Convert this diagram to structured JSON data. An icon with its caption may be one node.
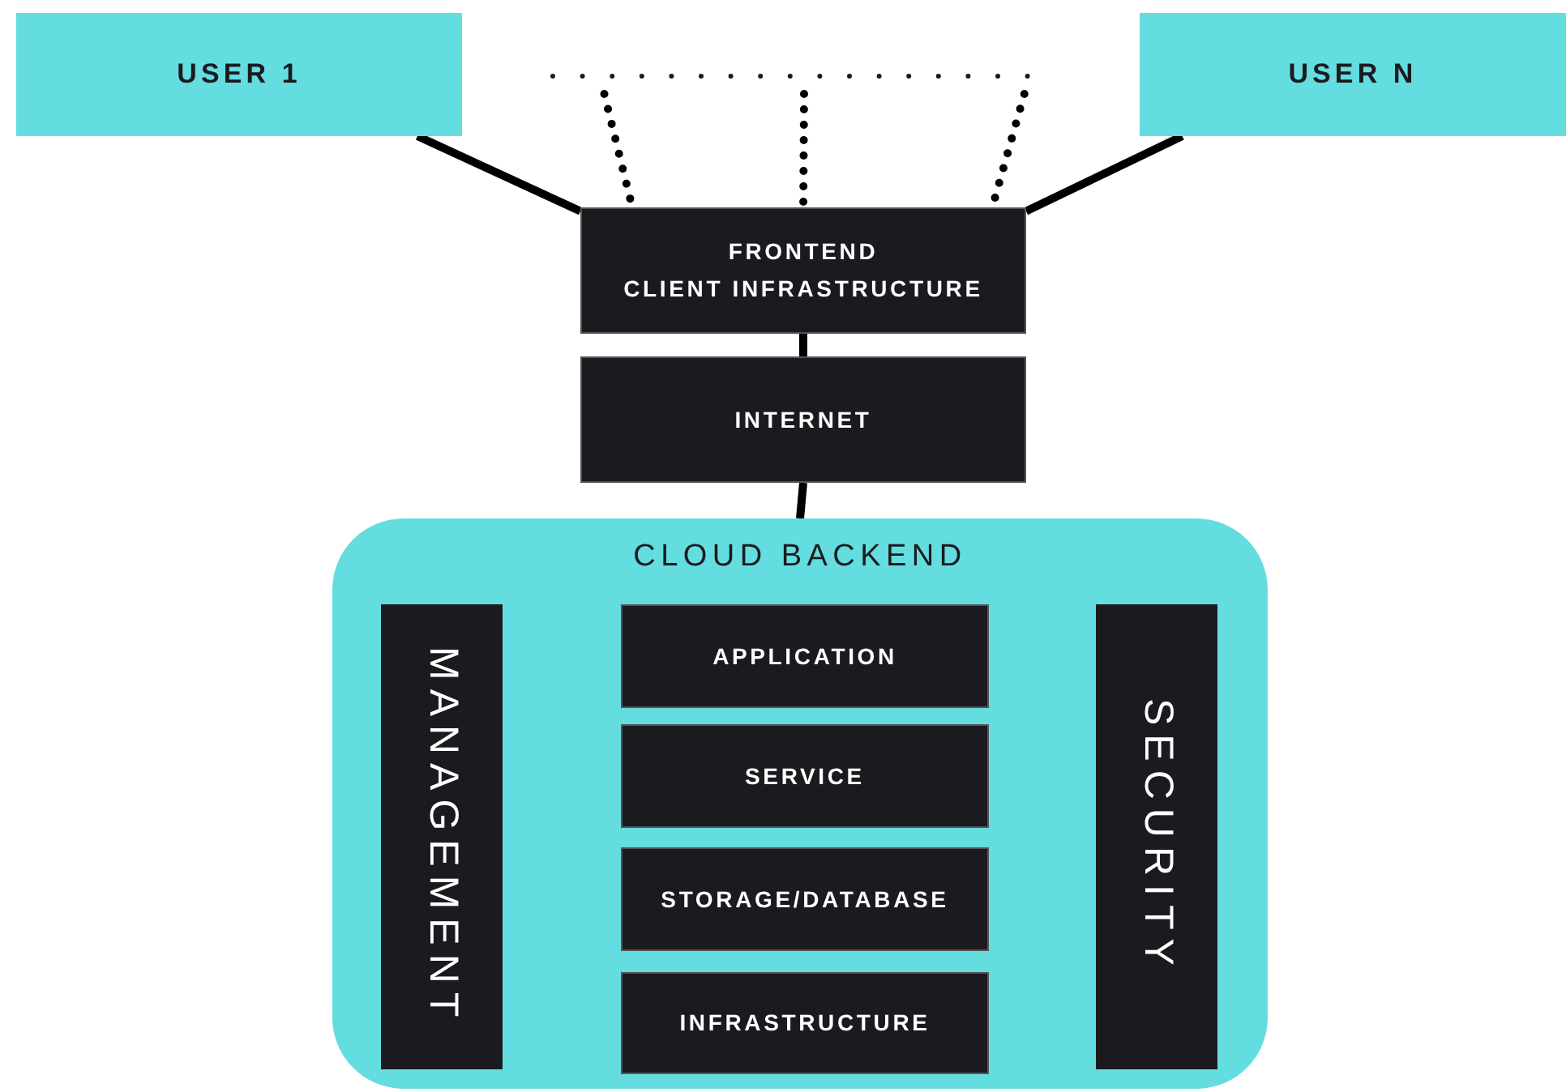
{
  "diagram": {
    "nodes": [
      {
        "text": [
          "USER 1"
        ]
      },
      {
        "text": [],
        "shape": "line"
      },
      {
        "text": [
          "USER N"
        ]
      },
      {
        "text": [
          "FRONTEND",
          "CLIENT INFRASTRUCTURE"
        ]
      },
      {
        "text": [
          "INTERNET"
        ]
      },
      {
        "text": [
          "CLOUD BACKEND"
        ]
      },
      {
        "text": [
          "MANAGEMENT"
        ],
        "in": 5
      },
      {
        "text": [
          "APPLICATION"
        ],
        "in": 5
      },
      {
        "text": [
          "SERVICE"
        ],
        "in": 5
      },
      {
        "text": [
          "STORAGE/DATABASE"
        ],
        "in": 5
      },
      {
        "text": [
          "INFRASTRUCTURE"
        ],
        "in": 5
      },
      {
        "text": [
          "SECURITY"
        ],
        "in": 5
      }
    ],
    "edges": [
      {
        "from": 0,
        "to": 3,
        "arrow": "none"
      },
      {
        "from": 1,
        "to": 3,
        "arrow": "none",
        "style": "dashed"
      },
      {
        "from": 1,
        "to": 3,
        "arrow": "none",
        "style": "dashed"
      },
      {
        "from": 1,
        "to": 3,
        "arrow": "none",
        "style": "dashed"
      },
      {
        "from": 2,
        "to": 3,
        "arrow": "none"
      },
      {
        "from": 3,
        "to": 4,
        "arrow": "none"
      },
      {
        "from": 4,
        "to": 5,
        "arrow": "none"
      }
    ]
  }
}
